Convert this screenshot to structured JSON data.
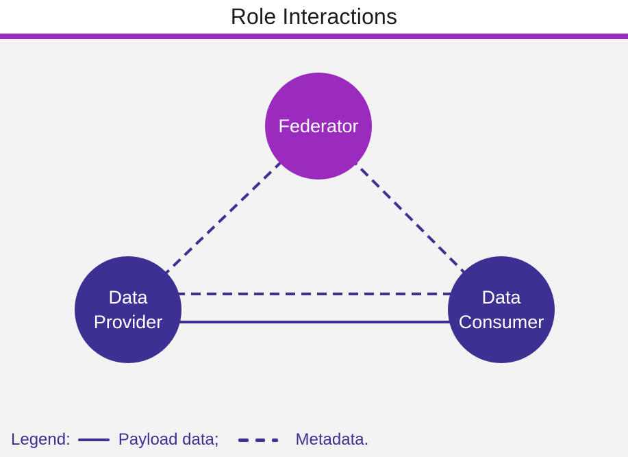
{
  "header": {
    "title": "Role Interactions"
  },
  "diagram": {
    "nodes": [
      {
        "id": "federator",
        "label": "Federator",
        "color": "#9b2bbe"
      },
      {
        "id": "data-provider",
        "label": "Data\nProvider",
        "color": "#3c3093"
      },
      {
        "id": "data-consumer",
        "label": "Data\nConsumer",
        "color": "#3c3093"
      }
    ],
    "edges": [
      {
        "from": "federator",
        "to": "data-provider",
        "type": "metadata",
        "style": "dashed"
      },
      {
        "from": "federator",
        "to": "data-consumer",
        "type": "metadata",
        "style": "dashed"
      },
      {
        "from": "data-provider",
        "to": "data-consumer",
        "type": "metadata",
        "style": "dashed"
      },
      {
        "from": "data-provider",
        "to": "data-consumer",
        "type": "payload-data",
        "style": "solid"
      }
    ]
  },
  "legend": {
    "label": "Legend:",
    "solid_label": "Payload data;",
    "dashed_label": "Metadata."
  },
  "colors": {
    "accent_bar": "#9b2bbe",
    "federator_node": "#9b2bbe",
    "role_node": "#3c3093",
    "line": "#3c3093",
    "legend_text": "#3c3093",
    "background": "#f3f3f4",
    "title_text": "#1b1b1b",
    "node_text": "#ffffff"
  }
}
